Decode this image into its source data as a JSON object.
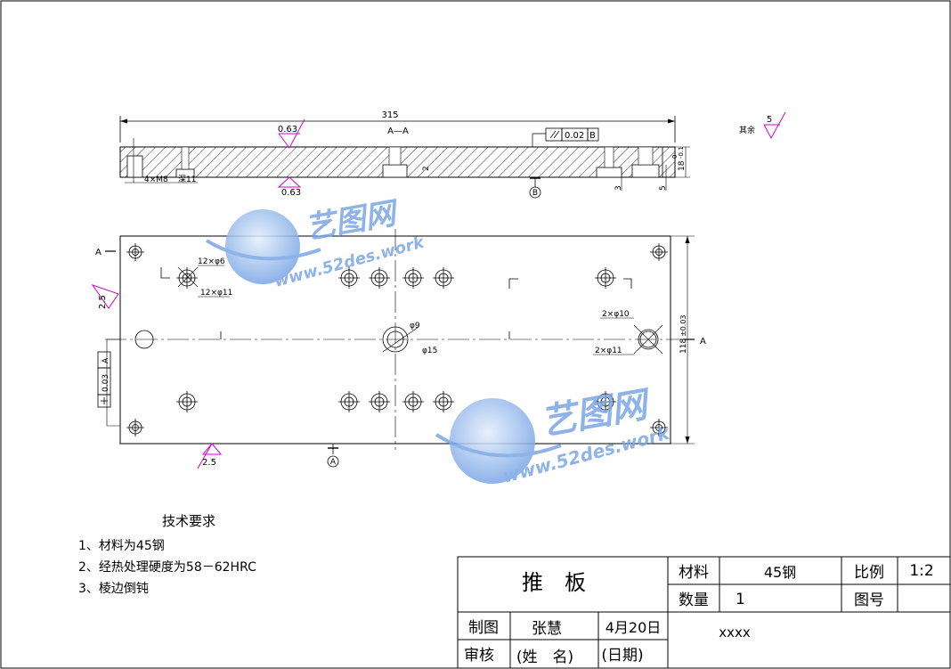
{
  "section_view": {
    "overall_length": "315",
    "section_label": "A—A",
    "roughness_top": "0.63",
    "roughness_bottom": "0.63",
    "thread_note": "4×M8",
    "cb_note": "深11",
    "thickness": "18",
    "tol_upper": "0",
    "tol_lower": "-0.1",
    "parallel_tol": "0.02",
    "parallel_datum": "B",
    "datum_b": "B",
    "dim_3": "3",
    "dim_5": "5",
    "small_dim": "2"
  },
  "surface_note": {
    "label": "其余",
    "value": "5"
  },
  "plan_view": {
    "section_mark_left": "A",
    "section_mark_right": "A",
    "holes_a": "12×φ6",
    "holes_b": "12×φ11",
    "roughness_left": "2.5",
    "roughness_bottom": "2.5",
    "center_hole_small": "φ9",
    "center_hole_large": "φ15",
    "right_hole_a": "2×φ10",
    "right_hole_b": "2×φ11",
    "width": "118",
    "width_tol": "±0.03",
    "perp_tol": "0.03",
    "perp_datum": "A",
    "datum_a": "A"
  },
  "notes": {
    "title": "技术要求",
    "items": [
      "1、材料为45钢",
      "2、经热处理硬度为58－62HRC",
      "3、棱边倒钝"
    ]
  },
  "title_block": {
    "part_name": "推　板",
    "material_label": "材料",
    "material_value": "45钢",
    "scale_label": "比例",
    "scale_value": "1:2",
    "qty_label": "数量",
    "qty_value": "1",
    "drawing_no_label": "图号",
    "drawn_label": "制图",
    "drawn_name": "张慧",
    "drawn_date": "4月20日",
    "check_label": "审核",
    "check_name": "(姓　名)",
    "check_date": "(日期)",
    "company": "xxxx"
  },
  "watermark": {
    "brand": "艺图网",
    "url": "www.52des.work"
  },
  "colors": {
    "line": "#000000",
    "roughness": "#d000d0",
    "watermark": "#7aa6e6"
  }
}
